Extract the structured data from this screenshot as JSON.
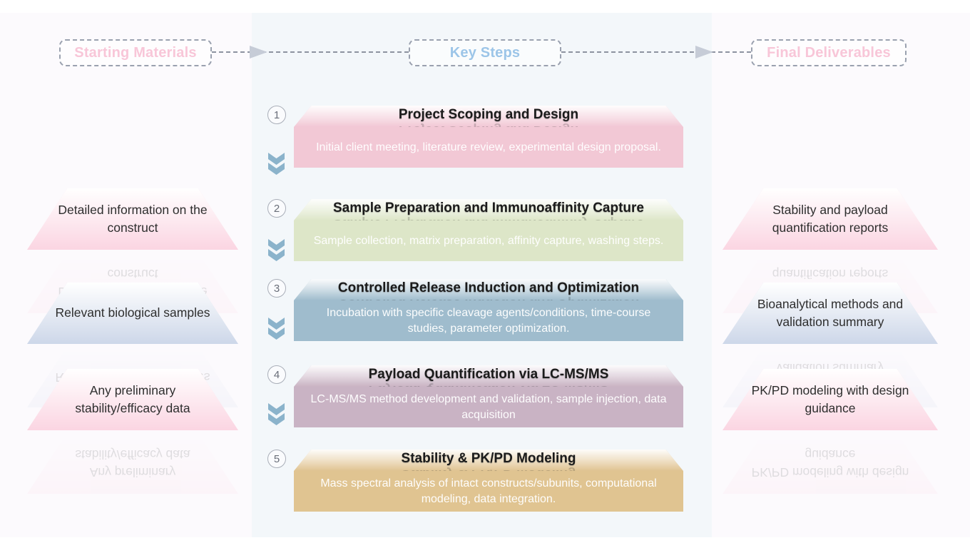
{
  "header": {
    "starting_materials": "Starting Materials",
    "key_steps": "Key Steps",
    "final_deliverables": "Final Deliverables"
  },
  "colors": {
    "pink_label": "#f8c6d8",
    "blue_label": "#9cc5e8",
    "dashed_line": "#8d93a0",
    "arrowhead": "#c6ccd7",
    "chevron": "#8bb3cb"
  },
  "steps": [
    {
      "number": "1",
      "title": "Project Scoping and Design",
      "description": "Initial client meeting, literature review, experimental design proposal.",
      "color": "#f2c8d5"
    },
    {
      "number": "2",
      "title": "Sample Preparation and Immunoaffinity Capture",
      "description": "Sample collection, matrix preparation, affinity capture, washing steps.",
      "color": "#dde6c8"
    },
    {
      "number": "3",
      "title": "Controlled Release Induction and Optimization",
      "description": "Incubation with specific cleavage agents/conditions, time-course studies, parameter optimization.",
      "color": "#9fbccd"
    },
    {
      "number": "4",
      "title": "Payload Quantification via LC-MS/MS",
      "description": "LC-MS/MS method development and validation, sample injection, data acquisition",
      "color": "#c9b3c4"
    },
    {
      "number": "5",
      "title": "Stability & PK/PD Modeling",
      "description": "Mass spectral analysis of intact constructs/subunits, computational modeling, data integration.",
      "color": "#e0c491"
    }
  ],
  "starting_materials_items": [
    {
      "label": "Detailed information on the construct",
      "tint": "#fbd5e2"
    },
    {
      "label": "Relevant biological samples",
      "tint": "#cdd7e9"
    },
    {
      "label": "Any preliminary stability/efficacy data",
      "tint": "#fbd5e2"
    }
  ],
  "final_deliverables_items": [
    {
      "label": "Stability and payload quantification reports",
      "tint": "#fbd5e2"
    },
    {
      "label": "Bioanalytical methods and validation summary",
      "tint": "#cdd7e9"
    },
    {
      "label": "PK/PD modeling with design guidance",
      "tint": "#fbd5e2"
    }
  ]
}
